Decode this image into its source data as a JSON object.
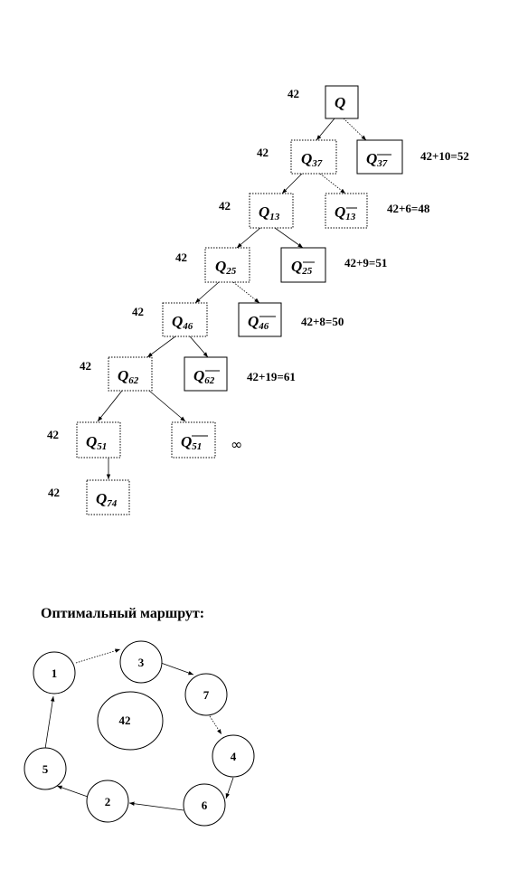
{
  "tree": {
    "root": {
      "label": "Q",
      "bound": "42"
    },
    "levels": [
      {
        "bound": "42",
        "left": {
          "base": "Q",
          "sub": "37",
          "bar": false
        },
        "right": {
          "base": "Q",
          "sub": "37",
          "bar": true
        },
        "right_value": "42+10=52"
      },
      {
        "bound": "42",
        "left": {
          "base": "Q",
          "sub": "13",
          "bar": false
        },
        "right": {
          "base": "Q",
          "sub": "13",
          "bar": true
        },
        "right_value": "42+6=48"
      },
      {
        "bound": "42",
        "left": {
          "base": "Q",
          "sub": "25",
          "bar": false
        },
        "right": {
          "base": "Q",
          "sub": "25",
          "bar": true
        },
        "right_value": "42+9=51"
      },
      {
        "bound": "42",
        "left": {
          "base": "Q",
          "sub": "46",
          "bar": false
        },
        "right": {
          "base": "Q",
          "sub": "46",
          "bar": true
        },
        "right_value": "42+8=50"
      },
      {
        "bound": "42",
        "left": {
          "base": "Q",
          "sub": "62",
          "bar": false
        },
        "right": {
          "base": "Q",
          "sub": "62",
          "bar": true
        },
        "right_value": "42+19=61"
      },
      {
        "bound": "42",
        "left": {
          "base": "Q",
          "sub": "51",
          "bar": false
        },
        "right": {
          "base": "Q",
          "sub": "51",
          "bar": true
        },
        "right_value": "∞"
      }
    ],
    "leaf": {
      "bound": "42",
      "base": "Q",
      "sub": "74"
    }
  },
  "route": {
    "heading": "Оптимальный маршрут:",
    "nodes": [
      "1",
      "3",
      "7",
      "4",
      "6",
      "2",
      "5"
    ],
    "center_value": "42"
  }
}
